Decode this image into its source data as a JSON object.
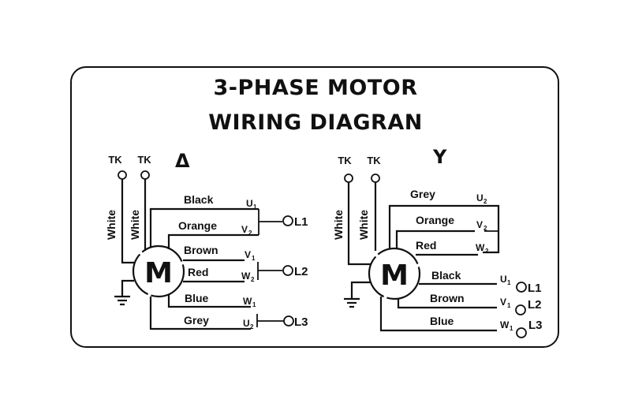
{
  "title": {
    "line1": "3-PHASE MOTOR",
    "line2": "WIRING DIAGRAN"
  },
  "delta": {
    "symbol": "Δ",
    "connection": "delta",
    "motor_label": "M",
    "thermal": [
      {
        "label": "TK",
        "wire": "White"
      },
      {
        "label": "TK",
        "wire": "White"
      }
    ],
    "wires": [
      {
        "color_name": "Black",
        "terminal": "U",
        "sub": "1"
      },
      {
        "color_name": "Orange",
        "terminal": "V",
        "sub": "2"
      },
      {
        "color_name": "Brown",
        "terminal": "V",
        "sub": "1"
      },
      {
        "color_name": "Red",
        "terminal": "W",
        "sub": "2"
      },
      {
        "color_name": "Blue",
        "terminal": "W",
        "sub": "1"
      },
      {
        "color_name": "Grey",
        "terminal": "U",
        "sub": "2"
      }
    ],
    "lines": [
      "L1",
      "L2",
      "L3"
    ],
    "line_groups": [
      [
        "U1",
        "V2"
      ],
      [
        "V1",
        "W2"
      ],
      [
        "W1",
        "U2"
      ]
    ]
  },
  "wye": {
    "symbol": "Y",
    "connection": "star",
    "motor_label": "M",
    "thermal": [
      {
        "label": "TK",
        "wire": "White"
      },
      {
        "label": "TK",
        "wire": "White"
      }
    ],
    "star_wires": [
      {
        "color_name": "Grey",
        "terminal": "U",
        "sub": "2"
      },
      {
        "color_name": "Orange",
        "terminal": "V",
        "sub": "2"
      },
      {
        "color_name": "Red",
        "terminal": "W",
        "sub": "2"
      }
    ],
    "line_wires": [
      {
        "color_name": "Black",
        "terminal": "U",
        "sub": "1",
        "line": "L1"
      },
      {
        "color_name": "Brown",
        "terminal": "V",
        "sub": "1",
        "line": "L2"
      },
      {
        "color_name": "Blue",
        "terminal": "W",
        "sub": "1",
        "line": "L3"
      }
    ]
  },
  "colors": {
    "ink": "#111111",
    "background": "#ffffff"
  }
}
